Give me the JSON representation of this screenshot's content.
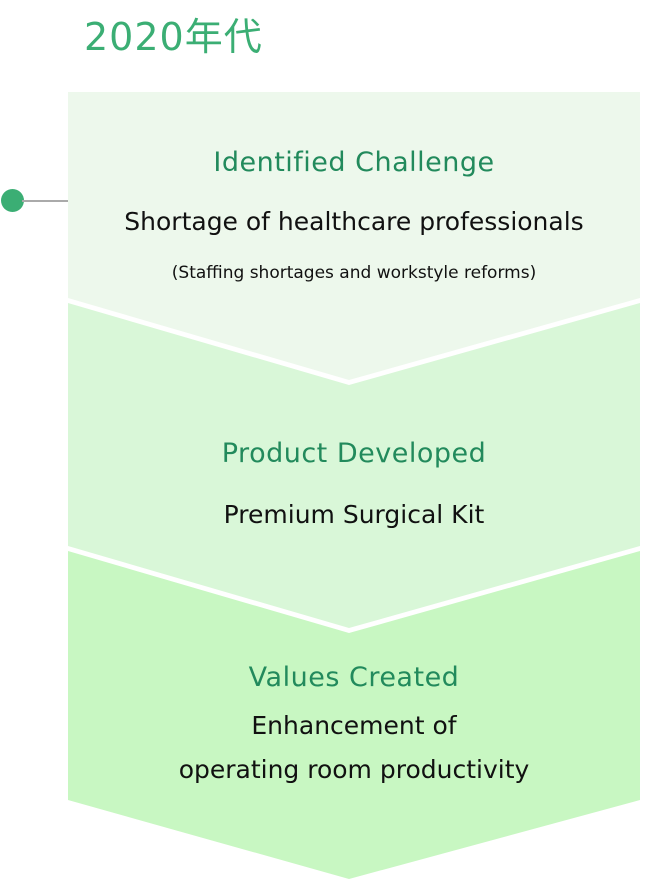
{
  "title": "2020年代",
  "colors": {
    "accent": "#3BAE74",
    "heading": "#228A5C",
    "panel_1_bg": "#EDF8EC",
    "panel_2_bg": "#D9F7D8",
    "panel_3_bg": "#C8F7C2",
    "connector_line": "#AAAAAA"
  },
  "panels": [
    {
      "heading": "Identified Challenge",
      "main": "Shortage of healthcare professionals",
      "sub": "(Staffing shortages and workstyle reforms)"
    },
    {
      "heading": "Product Developed",
      "main": "Premium Surgical Kit"
    },
    {
      "heading": "Values Created",
      "main_line_1": "Enhancement of",
      "main_line_2": "operating room productivity"
    }
  ]
}
